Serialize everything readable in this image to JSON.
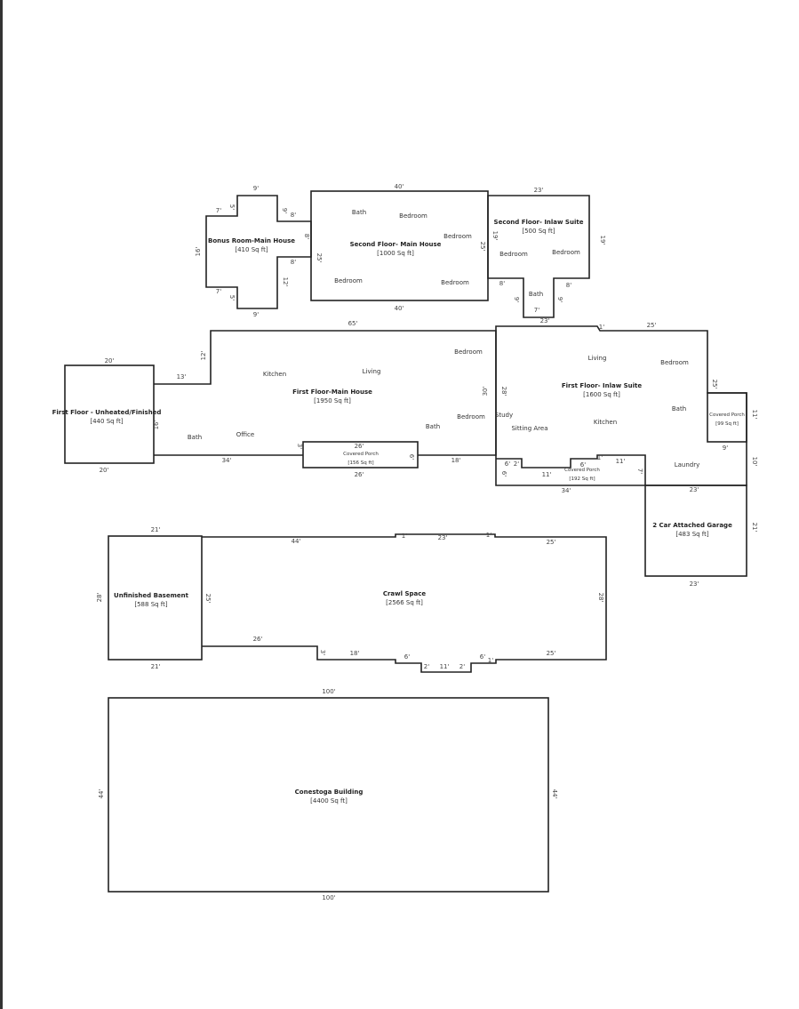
{
  "rooms": [
    {
      "title": "Bonus Room-Main House",
      "area": "[410 Sq ft]"
    },
    {
      "title": "Second Floor- Main House",
      "area": "[1000 Sq ft]"
    },
    {
      "title": "Second Floor- Inlaw Suite",
      "area": "[500 Sq ft]"
    },
    {
      "title": "First Floor - Unheated/Finished",
      "area": "[440 Sq ft]"
    },
    {
      "title": "First Floor-Main House",
      "area": "[1950 Sq ft]"
    },
    {
      "title": "Covered Porch",
      "area": "[156 Sq ft]"
    },
    {
      "title": "First Floor- Inlaw Suite",
      "area": "[1600 Sq ft]"
    },
    {
      "title": "Covered Porch",
      "area": "[99 Sq ft]"
    },
    {
      "title": "Covered Porch",
      "area": "[192 Sq ft]"
    },
    {
      "title": "2 Car Attached Garage",
      "area": "[483 Sq ft]"
    },
    {
      "title": "Unfinished Basement",
      "area": "[588 Sq ft]"
    },
    {
      "title": "Crawl Space",
      "area": "[2566 Sq ft]"
    },
    {
      "title": "Conestoga Building",
      "area": "[4400 Sq ft]"
    }
  ],
  "room_labels": [
    "Bath",
    "Bedroom",
    "Bedroom",
    "Bedroom",
    "Bedroom",
    "Bedroom",
    "Bedroom",
    "Bath",
    "Kitchen",
    "Living",
    "Bedroom",
    "Bedroom",
    "Bath",
    "Bath",
    "Office",
    "Living",
    "Bedroom",
    "Bath",
    "Study",
    "Sitting Area",
    "Kitchen",
    "Laundry"
  ],
  "dimensions": [
    "9'",
    "7'",
    "5'",
    "9'",
    "8'",
    "8'",
    "16'",
    "8'",
    "12'",
    "7'",
    "5'",
    "9'",
    "25'",
    "40'",
    "40'",
    "25'",
    "23'",
    "19'",
    "19'",
    "8'",
    "8'",
    "9'",
    "9'",
    "7'",
    "23'",
    "65'",
    "12'",
    "20'",
    "13'",
    "16'",
    "20'",
    "34'",
    "3'",
    "26'",
    "26'",
    "6'",
    "18'",
    "30'",
    "25'",
    "1'",
    "28'",
    "25'",
    "11'",
    "9'",
    "10'",
    "6'",
    "2'",
    "6'",
    "11'",
    "6'",
    "1'",
    "11'",
    "7'",
    "34'",
    "23'",
    "21'",
    "23'",
    "21'",
    "44'",
    "1'",
    "23'",
    "1'",
    "25'",
    "28'",
    "25'",
    "28'",
    "26'",
    "3'",
    "18'",
    "6'",
    "2'",
    "11'",
    "2'",
    "6'",
    "1'",
    "25'",
    "21'",
    "100'",
    "44'",
    "44'",
    "100'"
  ]
}
